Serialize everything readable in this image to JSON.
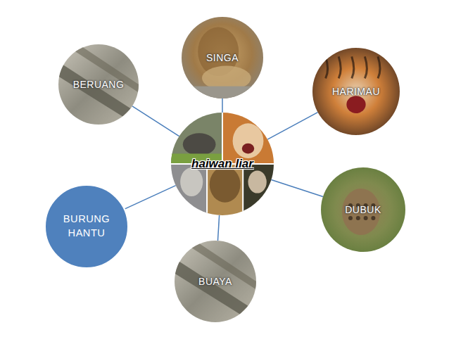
{
  "diagram": {
    "nodes": [
      {
        "text": [
          "haiwan liar"
        ]
      },
      {
        "text": [
          "SINGA"
        ]
      },
      {
        "text": [
          "HARIMAU"
        ]
      },
      {
        "text": [
          "DUBUK"
        ]
      },
      {
        "text": [
          "BUAYA"
        ]
      },
      {
        "text": [
          "BURUNG HANTU"
        ]
      },
      {
        "text": [
          "BERUANG"
        ]
      }
    ],
    "edges": [
      {
        "from": 0,
        "to": 1,
        "arrow": "none"
      },
      {
        "from": 0,
        "to": 2,
        "arrow": "none"
      },
      {
        "from": 0,
        "to": 3,
        "arrow": "none"
      },
      {
        "from": 0,
        "to": 4,
        "arrow": "none"
      },
      {
        "from": 0,
        "to": 5,
        "arrow": "none"
      },
      {
        "from": 0,
        "to": 6,
        "arrow": "none"
      }
    ]
  }
}
